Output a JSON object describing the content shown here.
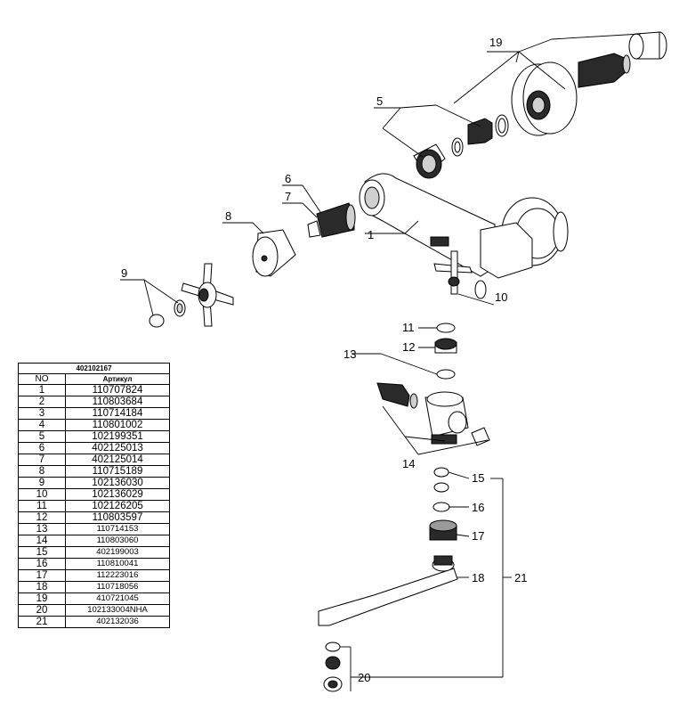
{
  "callouts": [
    "1",
    "5",
    "6",
    "7",
    "8",
    "9",
    "10",
    "11",
    "12",
    "13",
    "14",
    "15",
    "16",
    "17",
    "18",
    "19",
    "20",
    "21"
  ],
  "table": {
    "title": "402102167",
    "col_no": "NO",
    "col_article": "Артикул",
    "rows": [
      {
        "no": "1",
        "code": "110707824"
      },
      {
        "no": "2",
        "code": "110803684"
      },
      {
        "no": "3",
        "code": "110714184"
      },
      {
        "no": "4",
        "code": "110801002"
      },
      {
        "no": "5",
        "code": "102199351"
      },
      {
        "no": "6",
        "code": "402125013"
      },
      {
        "no": "7",
        "code": "402125014"
      },
      {
        "no": "8",
        "code": "110715189"
      },
      {
        "no": "9",
        "code": "102136030"
      },
      {
        "no": "10",
        "code": "102136029"
      },
      {
        "no": "11",
        "code": "102126205"
      },
      {
        "no": "12",
        "code": "110803597"
      },
      {
        "no": "13",
        "code": "110714153"
      },
      {
        "no": "14",
        "code": "110803060"
      },
      {
        "no": "15",
        "code": "402199003"
      },
      {
        "no": "16",
        "code": "110810041"
      },
      {
        "no": "17",
        "code": "112223016"
      },
      {
        "no": "18",
        "code": "110718056"
      },
      {
        "no": "19",
        "code": "410721045"
      },
      {
        "no": "20",
        "code": "102133004NHA"
      },
      {
        "no": "21",
        "code": "402132036"
      }
    ]
  }
}
